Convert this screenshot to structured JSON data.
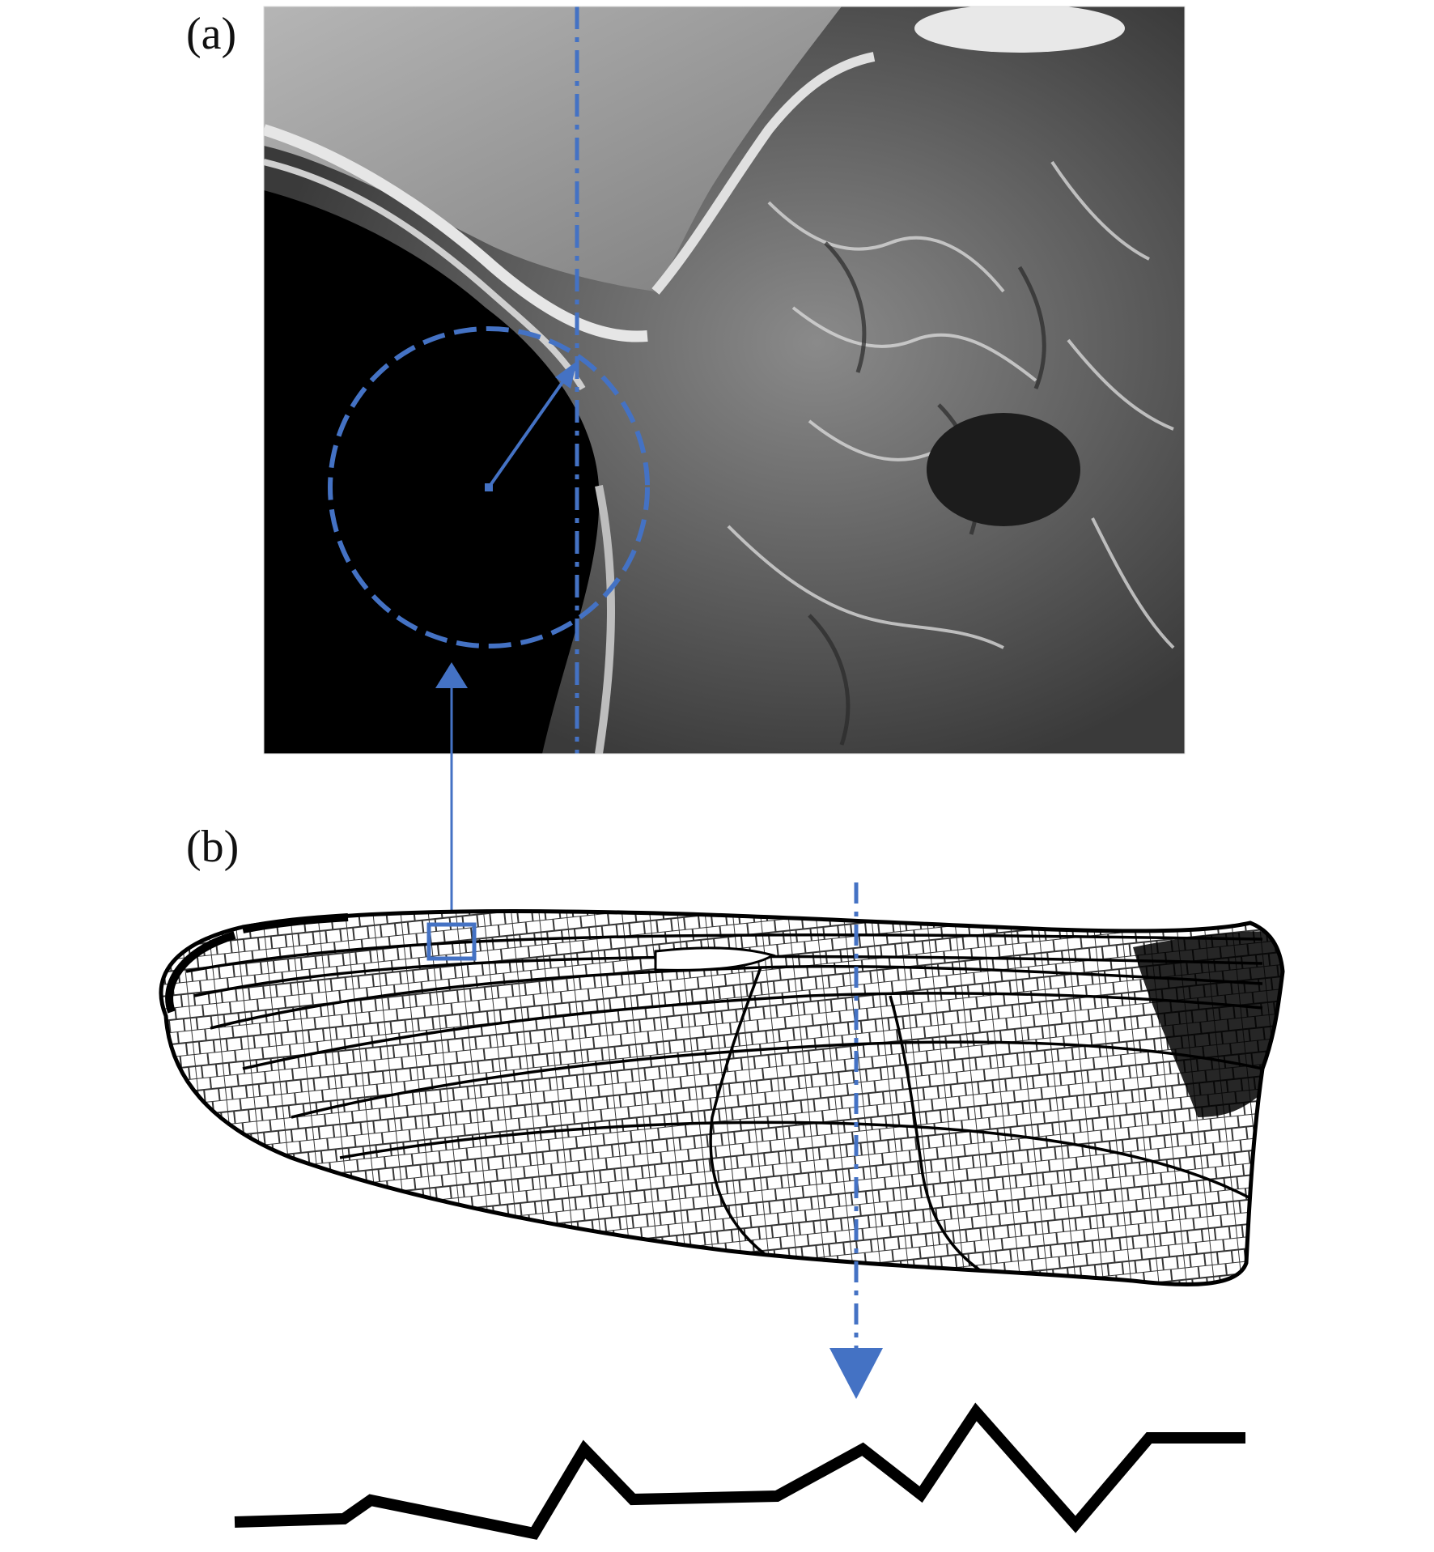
{
  "figure": {
    "panel_a_label": "(a)",
    "panel_b_label": "(b)"
  },
  "colors": {
    "annotation_blue": "#4472C4",
    "vein_black": "#000000",
    "background": "#ffffff"
  },
  "panels": [
    {
      "id": "a",
      "content": "sem-micrograph"
    },
    {
      "id": "b",
      "content": "wing-venation-drawing"
    }
  ]
}
